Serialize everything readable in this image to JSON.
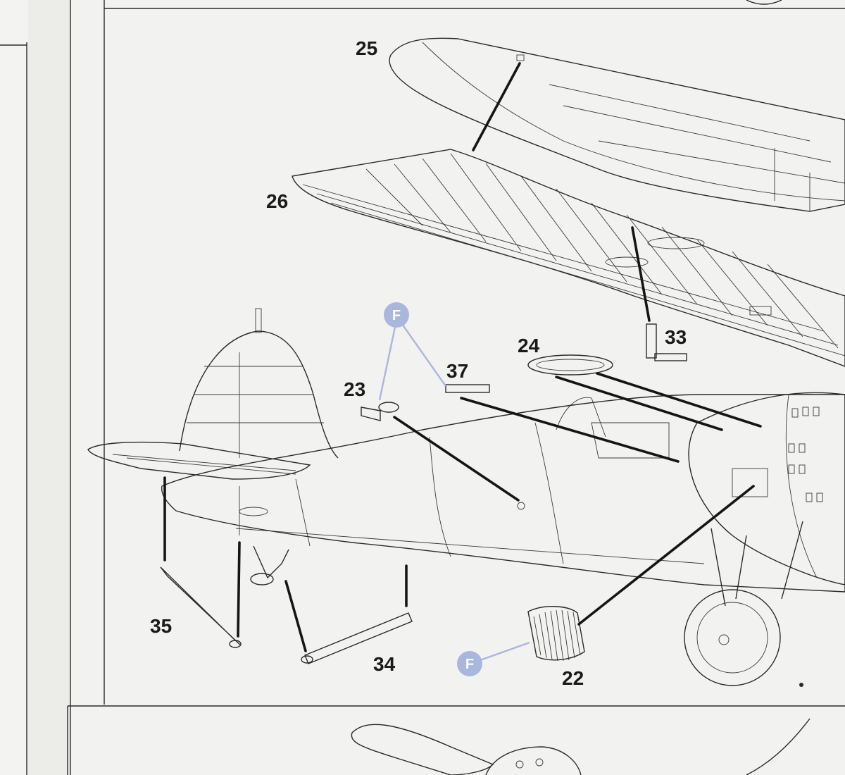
{
  "part_numbers": {
    "p25": "25",
    "p26": "26",
    "p33": "33",
    "p24": "24",
    "p37": "37",
    "p23": "23",
    "p35": "35",
    "p34": "34",
    "p22": "22"
  },
  "paint_callouts": {
    "upper": "F",
    "lower": "F"
  },
  "colors": {
    "ink": "#2a2a2a",
    "paper": "#f2f2f0",
    "callout_blue": "#a9b7dc"
  }
}
